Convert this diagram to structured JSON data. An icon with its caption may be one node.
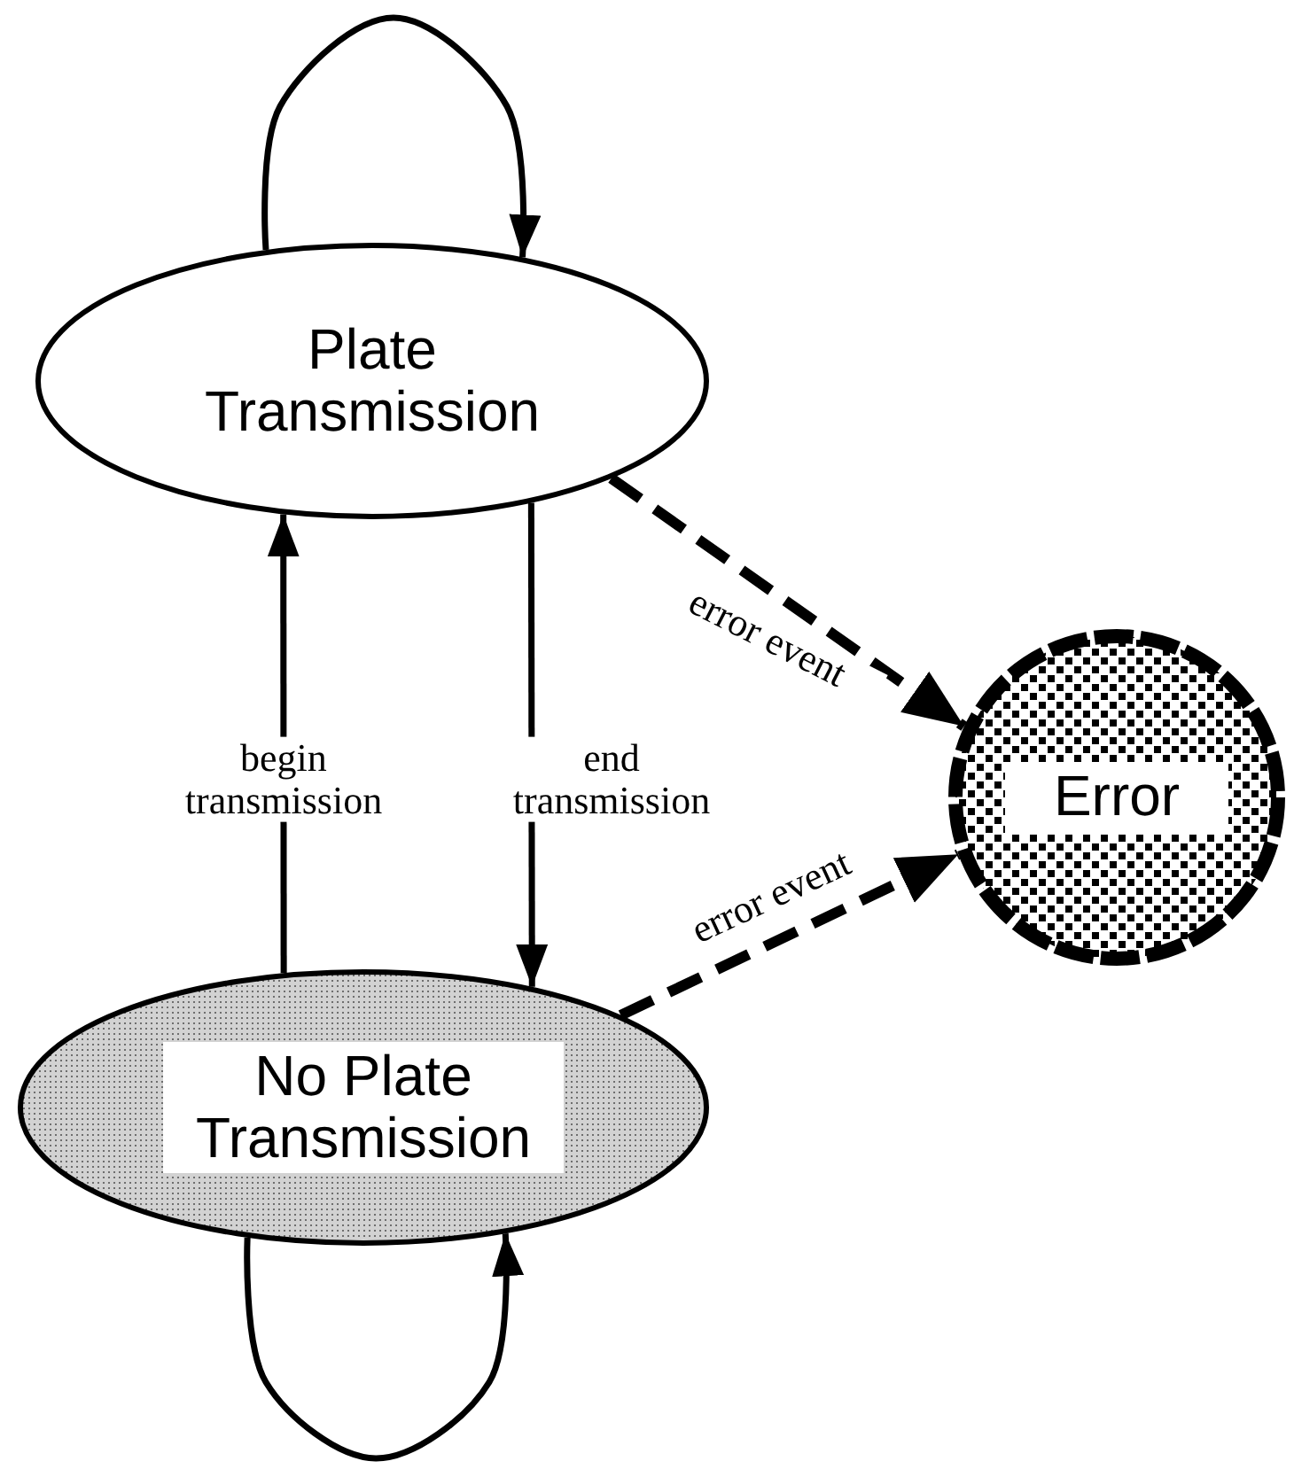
{
  "diagram": {
    "nodes": [
      {
        "text": [
          "Plate Transmission"
        ]
      },
      {
        "text": [
          "No Plate Transmission"
        ]
      },
      {
        "text": [
          "Error"
        ]
      }
    ],
    "edges": [
      {
        "from": 0,
        "to": 0,
        "arrow": "to"
      },
      {
        "from": 1,
        "to": 0,
        "arrow": "to",
        "label": "begin transmission"
      },
      {
        "from": 0,
        "to": 1,
        "arrow": "to",
        "label": "end transmission"
      },
      {
        "from": 0,
        "to": 2,
        "arrow": "to",
        "label": "error event",
        "style": "dashed"
      },
      {
        "from": 1,
        "to": 2,
        "arrow": "to",
        "label": "error event",
        "style": "dashed"
      },
      {
        "from": 1,
        "to": 1,
        "arrow": "to"
      }
    ]
  }
}
